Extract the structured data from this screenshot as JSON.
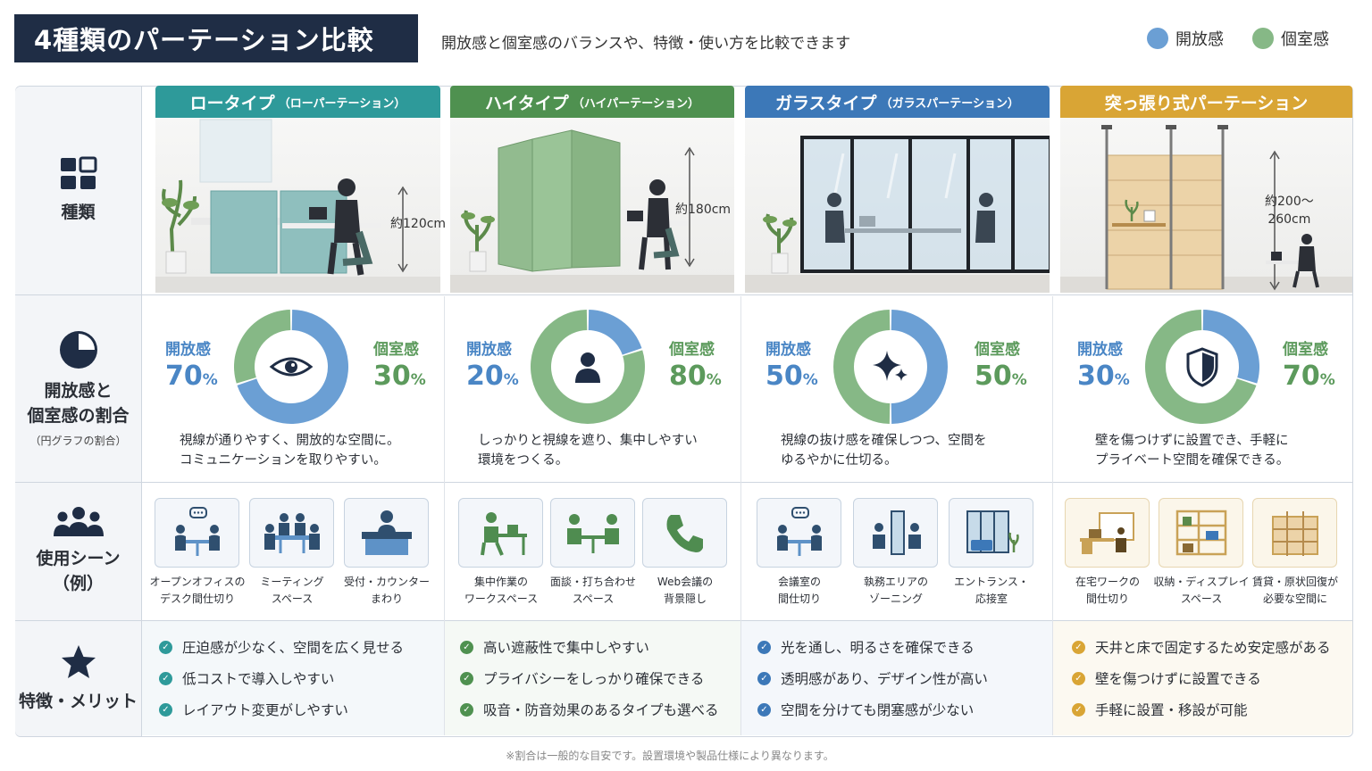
{
  "header": {
    "title": "4種類のパーテーション比較",
    "subtitle": "開放感と個室感のバランスや、特徴・使い方を比較できます",
    "legend": [
      {
        "label": "開放感",
        "color": "#6b9fd4"
      },
      {
        "label": "個室感",
        "color": "#86b886"
      }
    ]
  },
  "row_heads": {
    "type": "種類",
    "ratio": "開放感と\n個室感の割合",
    "ratio_sub": "（円グラフの割合）",
    "scene": "使用シーン\n（例）",
    "feature": "特徴・メリット"
  },
  "columns": [
    {
      "title": "ロータイプ",
      "title_sub": "（ローパーテーション）",
      "color": "#2e9a9a",
      "height_label": "約120cm",
      "open_label": "開放感",
      "private_label": "個室感",
      "open_pct": "70",
      "private_pct": "30",
      "pct_unit": "%",
      "icon": "eye-icon",
      "desc": "視線が通りやすく、開放的な空間に。\nコミュニケーションを取りやすい。",
      "scenes": [
        {
          "label": "オープンオフィスの\nデスク間仕切り",
          "icon": "meeting-chat-icon"
        },
        {
          "label": "ミーティング\nスペース",
          "icon": "group-meeting-icon"
        },
        {
          "label": "受付・カウンター\nまわり",
          "icon": "reception-icon"
        }
      ],
      "features": [
        "圧迫感が少なく、空間を広く見せる",
        "低コストで導入しやすい",
        "レイアウト変更がしやすい"
      ],
      "check_color": "#2e9a9a"
    },
    {
      "title": "ハイタイプ",
      "title_sub": "（ハイパーテーション）",
      "color": "#4f9150",
      "height_label": "約180cm",
      "open_label": "開放感",
      "private_label": "個室感",
      "open_pct": "20",
      "private_pct": "80",
      "pct_unit": "%",
      "icon": "person-icon",
      "desc": "しっかりと視線を遮り、集中しやすい\n環境をつくる。",
      "scenes": [
        {
          "label": "集中作業の\nワークスペース",
          "icon": "desk-work-icon"
        },
        {
          "label": "面談・打ち合わせ\nスペース",
          "icon": "interview-icon"
        },
        {
          "label": "Web会議の\n背景隠し",
          "icon": "phone-icon"
        }
      ],
      "features": [
        "高い遮蔽性で集中しやすい",
        "プライバシーをしっかり確保できる",
        "吸音・防音効果のあるタイプも選べる"
      ],
      "check_color": "#4f9150"
    },
    {
      "title": "ガラスタイプ",
      "title_sub": "（ガラスパーテーション）",
      "color": "#3c78b8",
      "height_label": "",
      "open_label": "開放感",
      "private_label": "個室感",
      "open_pct": "50",
      "private_pct": "50",
      "pct_unit": "%",
      "icon": "sparkle-icon",
      "desc": "視線の抜け感を確保しつつ、空間を\nゆるやかに仕切る。",
      "scenes": [
        {
          "label": "会議室の\n間仕切り",
          "icon": "meeting-chat-icon"
        },
        {
          "label": "執務エリアの\nゾーニング",
          "icon": "zoning-icon"
        },
        {
          "label": "エントランス・\n応接室",
          "icon": "entrance-icon"
        }
      ],
      "features": [
        "光を通し、明るさを確保できる",
        "透明感があり、デザイン性が高い",
        "空間を分けても閉塞感が少ない"
      ],
      "check_color": "#3c78b8"
    },
    {
      "title": "突っ張り式パーテーション",
      "title_sub": "",
      "color": "#d9a535",
      "height_label": "約200〜\n260cm",
      "open_label": "開放感",
      "private_label": "個室感",
      "open_pct": "30",
      "private_pct": "70",
      "pct_unit": "%",
      "icon": "shield-icon",
      "desc": "壁を傷つけずに設置でき、手軽に\nプライベート空間を確保できる。",
      "scenes": [
        {
          "label": "在宅ワークの\n間仕切り",
          "icon": "home-work-icon"
        },
        {
          "label": "収納・ディスプレイ\nスペース",
          "icon": "shelf-icon"
        },
        {
          "label": "賃貸・原状回復が\n必要な空間に",
          "icon": "panel-icon"
        }
      ],
      "features": [
        "天井と床で固定するため安定感がある",
        "壁を傷つけずに設置できる",
        "手軽に設置・移設が可能"
      ],
      "check_color": "#d9a535"
    }
  ],
  "chart_data": [
    {
      "type": "pie",
      "title": "ロータイプ",
      "categories": [
        "開放感",
        "個室感"
      ],
      "values": [
        70,
        30
      ],
      "colors": [
        "#6b9fd4",
        "#86b886"
      ]
    },
    {
      "type": "pie",
      "title": "ハイタイプ",
      "categories": [
        "開放感",
        "個室感"
      ],
      "values": [
        20,
        80
      ],
      "colors": [
        "#6b9fd4",
        "#86b886"
      ]
    },
    {
      "type": "pie",
      "title": "ガラスタイプ",
      "categories": [
        "開放感",
        "個室感"
      ],
      "values": [
        50,
        50
      ],
      "colors": [
        "#6b9fd4",
        "#86b886"
      ]
    },
    {
      "type": "pie",
      "title": "突っ張り式パーテーション",
      "categories": [
        "開放感",
        "個室感"
      ],
      "values": [
        30,
        70
      ],
      "colors": [
        "#6b9fd4",
        "#86b886"
      ]
    }
  ],
  "footnote": "※割合は一般的な目安です。設置環境や製品仕様により異なります。"
}
